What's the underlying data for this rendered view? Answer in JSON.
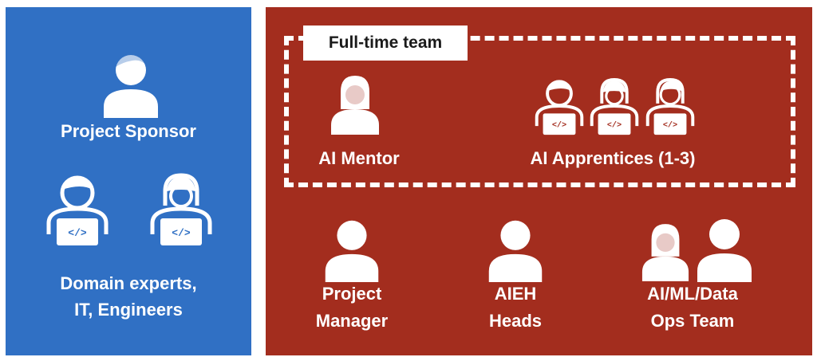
{
  "left_panel": {
    "sponsor_label": "Project Sponsor",
    "experts_label": [
      "Domain experts,",
      "IT, Engineers"
    ]
  },
  "right_panel": {
    "fulltime_tag": "Full-time team",
    "mentor_label": "AI Mentor",
    "apprentices_label": "AI Apprentices (1-3)",
    "pm_label": [
      "Project",
      "Manager"
    ],
    "aieh_label": [
      "AIEH",
      "Heads"
    ],
    "ops_label": [
      "AI/ML/Data",
      "Ops Team"
    ]
  },
  "icons": {
    "code_glyph": "</>"
  },
  "colors": {
    "left_bg": "#3070c4",
    "right_bg": "#a32d1e",
    "foreground": "#ffffff"
  }
}
